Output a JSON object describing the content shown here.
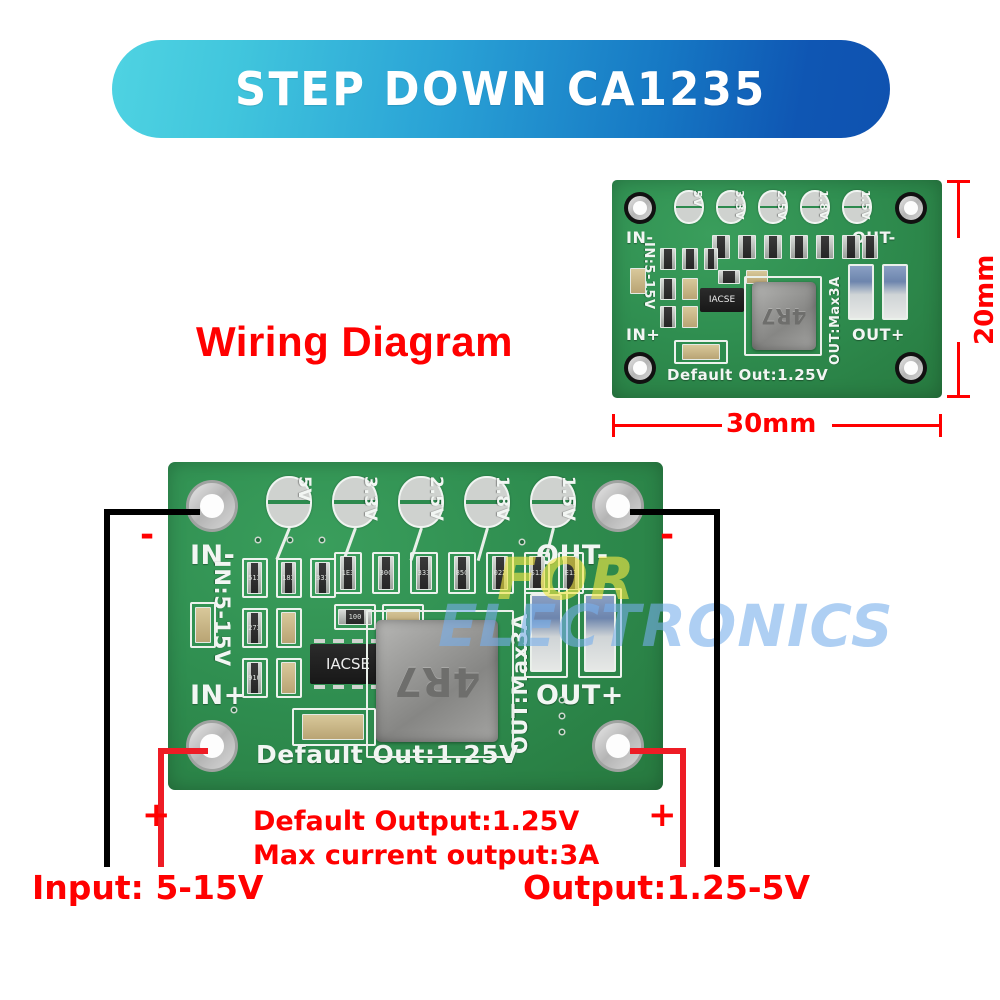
{
  "banner": {
    "title": "STEP DOWN CA1235",
    "gradient_start": "#4fd3e2",
    "gradient_end": "#0f52b0"
  },
  "caption": {
    "wiring_diagram": "Wiring Diagram",
    "color": "#ff0000"
  },
  "dimensions": {
    "width_label": "30mm",
    "height_label": "20mm",
    "color": "#ff0000"
  },
  "watermark": {
    "line1": "FOR",
    "line2": "ELECTRONICS",
    "color1": "#f4e846",
    "color2": "#78afeb"
  },
  "board": {
    "color": "#2f8e50",
    "silkscreen": {
      "in_neg": "IN-",
      "in_pos": "IN+",
      "out_neg": "OUT-",
      "out_pos": "OUT+",
      "input_range": "IN:5-15V",
      "output_max": "OUT:Max3A",
      "default_out": "Default Out:1.25V",
      "ic_marking": "IACSE",
      "inductor_marking": "4R7"
    },
    "voltage_pads": [
      "5V",
      "3.3V",
      "2.5V",
      "1.8V",
      "1.5V"
    ],
    "smd_markings": [
      "513",
      "183",
      "333",
      "273",
      "910",
      "100",
      "1E3",
      "30C",
      "333",
      "85C",
      "022",
      "S13",
      "E13",
      "3"
    ]
  },
  "wiring": {
    "input_minus_sign": "-",
    "input_plus_sign": "+",
    "output_minus_sign": "-",
    "output_plus_sign": "+",
    "input_label": "Input: 5-15V",
    "output_label": "Output:1.25-5V",
    "note_line1": "Default Output:1.25V",
    "note_line2": "Max current output:3A",
    "wire_negative_color": "#000000",
    "wire_positive_color": "#ee1c25"
  }
}
